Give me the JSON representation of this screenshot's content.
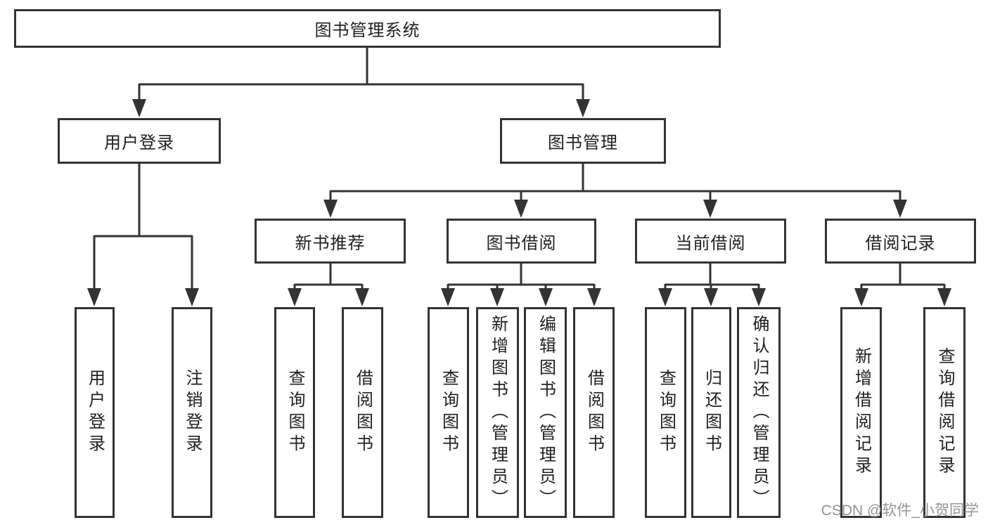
{
  "colors": {
    "line": "#333333",
    "text": "#1f1f1f",
    "box_background": "#ffffff",
    "page_background": "#ffffff",
    "watermark": "#949494"
  },
  "watermark": {
    "text": "CSDN @软件_小贺同学"
  },
  "tree": {
    "label": "图书管理系统",
    "children": [
      {
        "label": "用户登录",
        "children": [
          {
            "label": "用户登录"
          },
          {
            "label": "注销登录"
          }
        ]
      },
      {
        "label": "图书管理",
        "children": [
          {
            "label": "新书推荐",
            "children": [
              {
                "label": "查询图书"
              },
              {
                "label": "借阅图书"
              }
            ]
          },
          {
            "label": "图书借阅",
            "children": [
              {
                "label": "查询图书"
              },
              {
                "label": "新增图书（管理员）"
              },
              {
                "label": "编辑图书（管理员）"
              },
              {
                "label": "借阅图书"
              }
            ]
          },
          {
            "label": "当前借阅",
            "children": [
              {
                "label": "查询图书"
              },
              {
                "label": "归还图书"
              },
              {
                "label": "确认归还（管理员）"
              }
            ]
          },
          {
            "label": "借阅记录",
            "children": [
              {
                "label": "新增借阅记录"
              },
              {
                "label": "查询借阅记录"
              }
            ]
          }
        ]
      }
    ]
  }
}
